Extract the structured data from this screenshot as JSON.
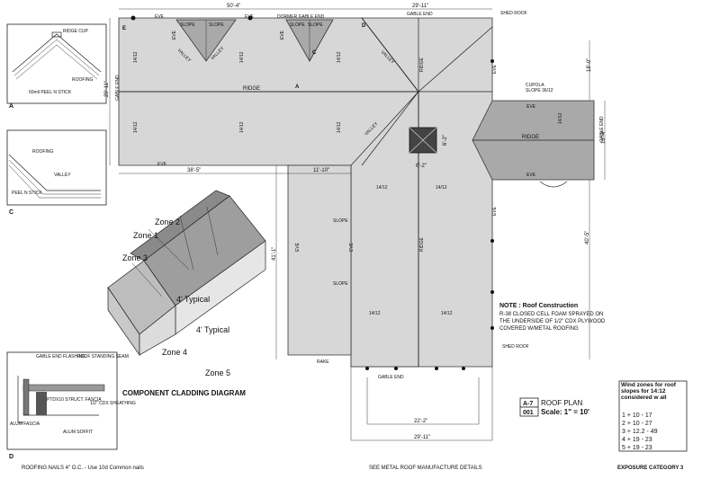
{
  "detail_a": {
    "letter": "A",
    "ridge_cup": "RIDGE CUP",
    "roofing": "ROOFING",
    "peel_stick": "60mil\nPEEL N STICK"
  },
  "detail_c": {
    "letter": "C",
    "roofing": "ROOFING",
    "valley": "VALLEY",
    "peel_stick": "PEEL N STICK"
  },
  "detail_d": {
    "letter": "D",
    "gable_flashing": "GABLE END\nFLASHING",
    "standing_seam": "ROOF STANDING\nSEAM",
    "fascia": "PTDX10\nSTRUCT. FASCIA",
    "sheathing": "1/2\" CDX\nSHEATHING",
    "soffit": "ALUM SOFFIT",
    "alum_fascia": "ALUM\nFASCIA"
  },
  "plan": {
    "dims": {
      "top": "50'-4\"",
      "top_right": "29'-11\"",
      "left_vert": "29'-11\"",
      "bottom_left": "38'-5\"",
      "mid": "11'-10\"",
      "right_top": "18'-0\"",
      "right_mid": "16'-4\"",
      "right_long": "40'-5\"",
      "middle_vert": "41'-1\"",
      "cupola_w": "6'-2\"",
      "cupola_h": "6'-2\"",
      "bottom1": "22'-2\"",
      "bottom2": "29'-11\""
    },
    "labels": {
      "eve": "EVE",
      "ridge": "RIDGE",
      "slope": "SLOPE",
      "valley": "VALLEY",
      "gable_end": "GABLE END",
      "dormer_gable": "DORMER GABLE END",
      "shed_roof": "SHED ROOF",
      "rake": "RAKE",
      "pitch": "14/12",
      "cupola": "CUPOLA",
      "cupola_slope": "SLOPE 36/12",
      "marker_a": "A",
      "marker_c": "C",
      "marker_d": "D",
      "marker_e": "E"
    }
  },
  "note": {
    "title": "NOTE : Roof Construction",
    "lines": [
      "R-38 CLOSED CELL FOAM SPRAYED ON",
      "THE UNDERSIDE OF 1/2\" CDX PLYWOOD",
      "COVERED W/METAL ROOFING"
    ]
  },
  "cladding": {
    "title": "COMPONENT CLADDING DIAGRAM",
    "zones": [
      "Zone 1",
      "Zone 2",
      "Zone 3",
      "Zone 4",
      "Zone 5"
    ],
    "typical": "4' Typical"
  },
  "title_block": {
    "sheet": "A-7",
    "sheet_no": "001",
    "title": "ROOF PLAN",
    "scale": "Scale: 1\" = 10'"
  },
  "wind": {
    "heading": "Wind zones for roof slopes for 14:12 considered w all",
    "rows": [
      "1 +  10  -  17",
      "2 +  10  -  27",
      "3 +  12.2  -  49",
      "4 +  19  -  23",
      "5 +  19  -  23"
    ]
  },
  "footer": {
    "left": "ROOFING NAILS 4\" O.C. - Use 10d Common nails",
    "center": "SEE METAL ROOF MANUFACTURE DETAILS",
    "right": "EXPOSURE CATEGORY 3"
  }
}
